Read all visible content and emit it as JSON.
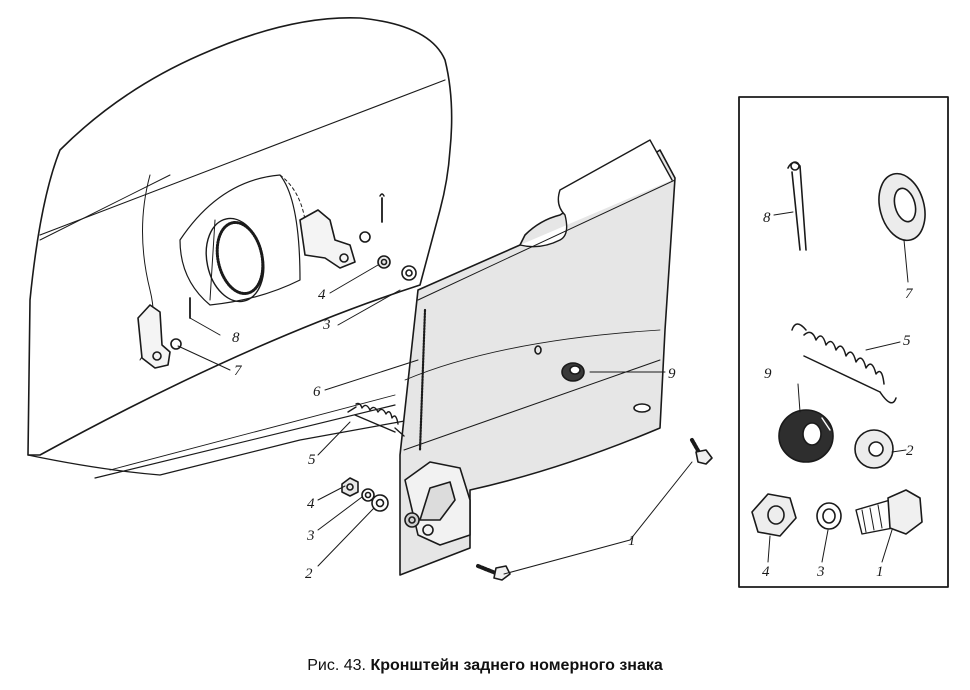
{
  "figure": {
    "callouts": {
      "main_1": "1",
      "main_2": "2",
      "main_3a": "3",
      "main_3b": "3",
      "main_4a": "4",
      "main_4b": "4",
      "main_5": "5",
      "main_6": "6",
      "main_7": "7",
      "main_8": "8",
      "main_9": "9",
      "inset_1": "1",
      "inset_2": "2",
      "inset_3": "3",
      "inset_4": "4",
      "inset_5": "5",
      "inset_7": "7",
      "inset_8": "8",
      "inset_9": "9"
    }
  },
  "caption": {
    "prefix": "Рис. 43.",
    "title": "Кронштейн заднего номерного знака"
  }
}
